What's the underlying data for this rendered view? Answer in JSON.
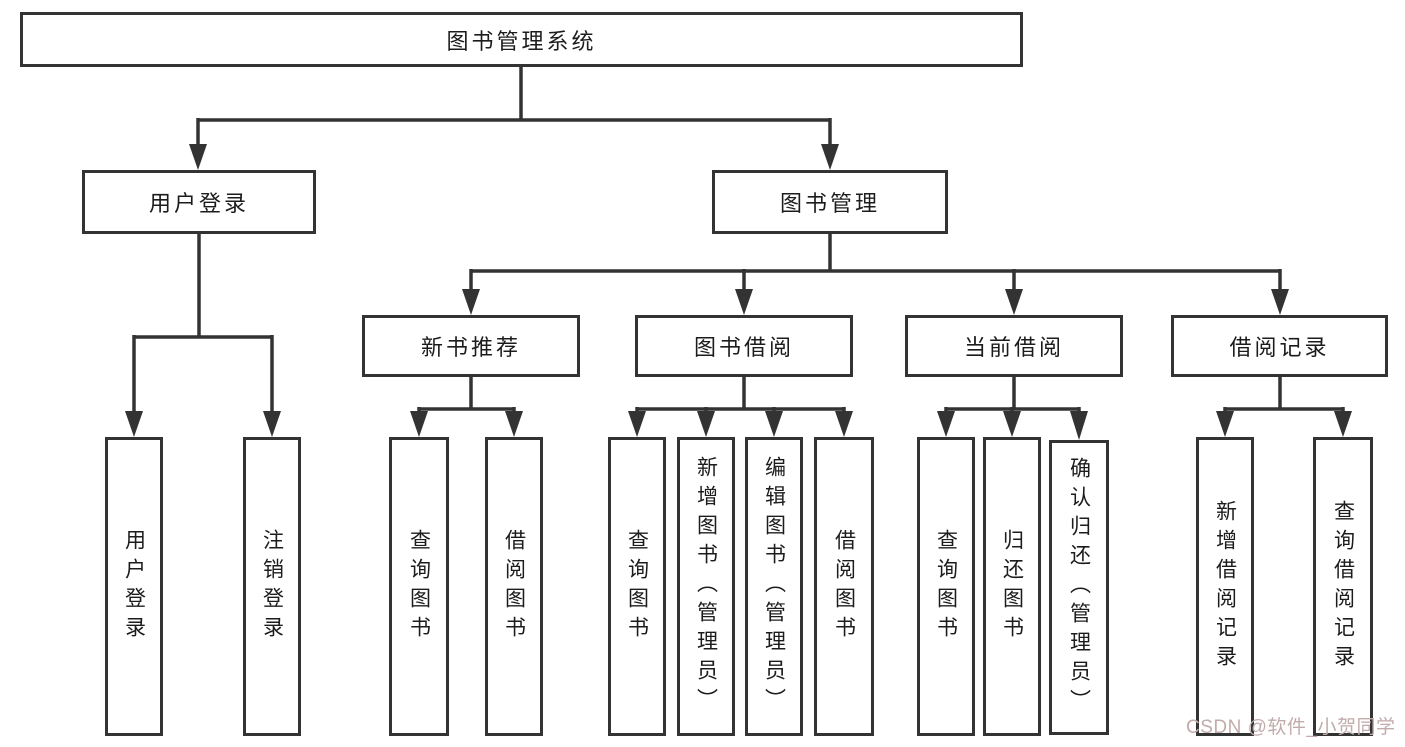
{
  "tree": {
    "root": {
      "label": "图书管理系统"
    },
    "branches": [
      {
        "label": "用户登录",
        "children": [
          {
            "label": "用户登录"
          },
          {
            "label": "注销登录"
          }
        ]
      },
      {
        "label": "图书管理",
        "children": [
          {
            "label": "新书推荐",
            "children": [
              {
                "label": "查询图书"
              },
              {
                "label": "借阅图书"
              }
            ]
          },
          {
            "label": "图书借阅",
            "children": [
              {
                "label": "查询图书"
              },
              {
                "label": "新增图书（管理员）"
              },
              {
                "label": "编辑图书（管理员）"
              },
              {
                "label": "借阅图书"
              }
            ]
          },
          {
            "label": "当前借阅",
            "children": [
              {
                "label": "查询图书"
              },
              {
                "label": "归还图书"
              },
              {
                "label": "确认归还（管理员）"
              }
            ]
          },
          {
            "label": "借阅记录",
            "children": [
              {
                "label": "新增借阅记录"
              },
              {
                "label": "查询借阅记录"
              }
            ]
          }
        ]
      }
    ]
  },
  "watermark": {
    "text": "CSDN @软件_小贺同学",
    "color": "#c2abab"
  },
  "colors": {
    "line": "#333333",
    "box_border": "#333333",
    "box_background": "#ffffff",
    "text": "#1c1c1c",
    "page_background": "#ffffff"
  }
}
